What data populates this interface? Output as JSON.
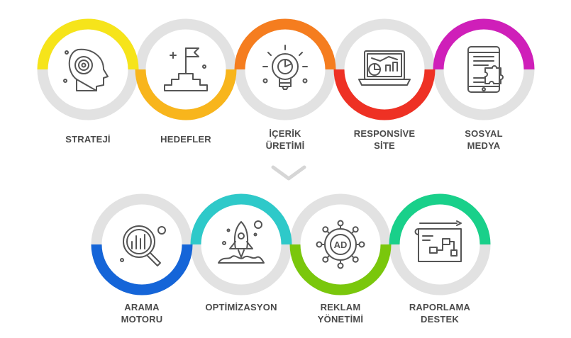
{
  "colors": {
    "track": "#e2e2e2",
    "icon": "#555555",
    "label": "#4a4a4a",
    "chevron": "#d6d6d6"
  },
  "rows": [
    {
      "items": [
        {
          "id": "strateji",
          "lines": [
            "STRATEJİ"
          ],
          "color": "#f6e41a",
          "icon": "head-target-icon"
        },
        {
          "id": "hedefler",
          "lines": [
            "HEDEFLER"
          ],
          "color": "#f8b51c",
          "icon": "flag-podium-icon"
        },
        {
          "id": "icerik",
          "lines": [
            "İÇERİK",
            "ÜRETİMİ"
          ],
          "color": "#f57d1f",
          "icon": "lightbulb-icon"
        },
        {
          "id": "responsive",
          "lines": [
            "RESPONSİVE",
            "SİTE"
          ],
          "color": "#ee3124",
          "icon": "laptop-chart-icon"
        },
        {
          "id": "sosyal",
          "lines": [
            "SOSYAL",
            "MEDYA"
          ],
          "color": "#cf1fb9",
          "icon": "tablet-puzzle-icon"
        }
      ]
    },
    {
      "items": [
        {
          "id": "arama",
          "lines": [
            "ARAMA",
            "MOTORU"
          ],
          "color": "#1565d8",
          "icon": "magnifier-chart-icon"
        },
        {
          "id": "optimizasyon",
          "lines": [
            "OPTİMİZASYON"
          ],
          "color": "#2ec9c9",
          "icon": "rocket-icon"
        },
        {
          "id": "reklam",
          "lines": [
            "REKLAM",
            "YÖNETİMİ"
          ],
          "color": "#7ac70c",
          "icon": "ad-network-icon"
        },
        {
          "id": "raporlama",
          "lines": [
            "RAPORLAMA",
            "DESTEK"
          ],
          "color": "#19d08a",
          "icon": "blueprint-icon"
        }
      ]
    }
  ]
}
